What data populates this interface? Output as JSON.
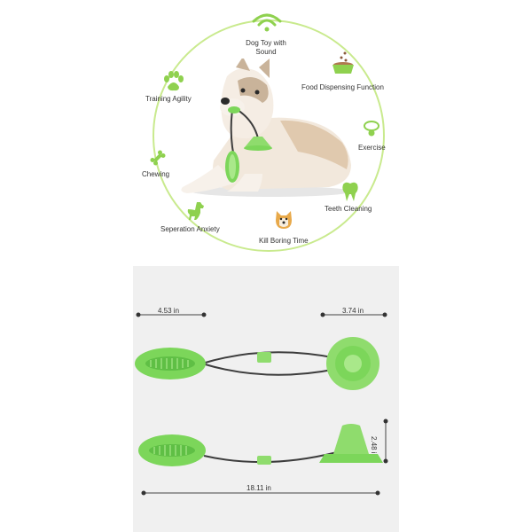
{
  "colors": {
    "accent_green": "#8fd14f",
    "ring_green": "#c9ea8e",
    "toy_green": "#7cd65a",
    "toy_light": "#a9e88a",
    "rope": "#3d3d3d",
    "panel_bg": "#f0f0f0"
  },
  "features": {
    "dog_toy_sound": {
      "label": "Dog Toy with Sound",
      "icon": "sound-waves-icon"
    },
    "food_dispensing": {
      "label": "Food Dispensing Function",
      "icon": "food-bowl-icon"
    },
    "exercise": {
      "label": "Exercise",
      "icon": "collar-icon"
    },
    "teeth_cleaning": {
      "label": "Teeth Cleaning",
      "icon": "tooth-icon"
    },
    "kill_boring": {
      "label": "Kill Boring Time",
      "icon": "dog-face-icon"
    },
    "separation": {
      "label": "Seperation Anxiety",
      "icon": "dog-silhouette-icon"
    },
    "chewing": {
      "label": "Chewing",
      "icon": "bone-icon"
    },
    "training": {
      "label": "Training Agility",
      "icon": "paw-icon"
    }
  },
  "dimensions": {
    "ball_length": "4.53 in",
    "cup_width": "3.74 in",
    "cup_height": "2.48 in",
    "total_length": "18.11 in"
  }
}
